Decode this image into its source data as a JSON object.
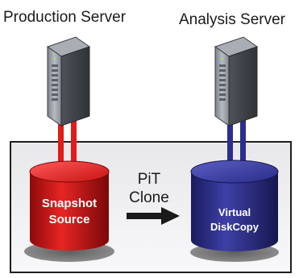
{
  "servers": {
    "production": {
      "label": "Production Server"
    },
    "analysis": {
      "label": "Analysis Server"
    }
  },
  "source": {
    "line1": "Snapshot",
    "line2": "Source"
  },
  "target": {
    "line1": "Virtual",
    "line2": "DiskCopy"
  },
  "arrow": {
    "line1": "PiT",
    "line2": "Clone"
  },
  "colors": {
    "red": "#e21b1b",
    "navy": "#2b2d8f",
    "enclosure": "#f0eff1",
    "shadow": "#6f6f6f"
  }
}
